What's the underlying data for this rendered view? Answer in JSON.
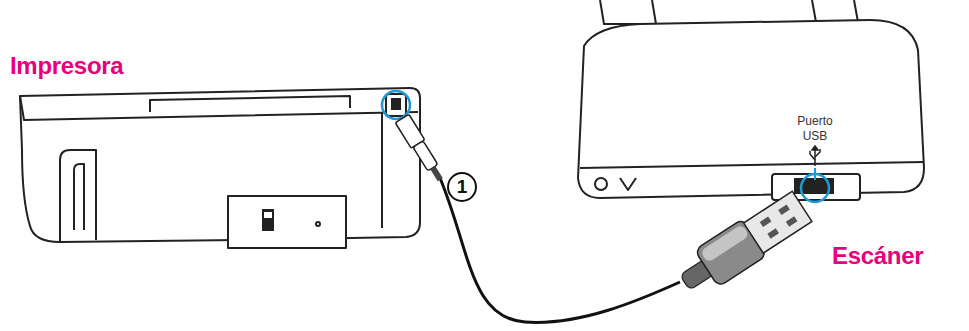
{
  "diagram": {
    "labels": [
      "Impresora",
      "1",
      "Puerto USB",
      "Escáner"
    ]
  }
}
